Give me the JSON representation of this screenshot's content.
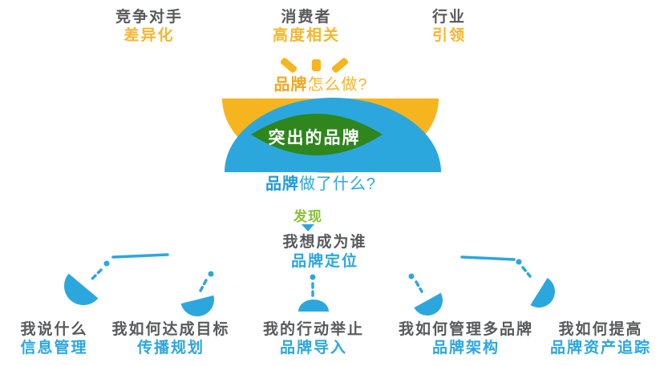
{
  "palette": {
    "yellow": "#F6B41E",
    "yellow_text": "#F7B52C",
    "orange_text": "#F2A71F",
    "blue": "#2BA7DE",
    "blue_dark": "#1E9AD6",
    "green_dark": "#2E861C",
    "green_bright": "#86C232",
    "gray": "#58595B",
    "white": "#FFFFFF"
  },
  "icons": {
    "rays": "shine-rays-icon",
    "arrow_down": "triangle-down-icon",
    "lamp": "spotlight-lamp-icon",
    "eye": "eye-shape"
  },
  "top_row": [
    {
      "title": "竞争对手",
      "subtitle": "差异化"
    },
    {
      "title": "消费者",
      "subtitle": "高度相关"
    },
    {
      "title": "行业",
      "subtitle": "引领"
    }
  ],
  "eye": {
    "question_top_bold": "品牌",
    "question_top_rest": "怎么做?",
    "center_label": "突出的品牌",
    "question_bottom_bold": "品牌",
    "question_bottom_rest": "做了什么?"
  },
  "discover": {
    "label": "发现"
  },
  "positioning": {
    "title": "我想成为谁",
    "subtitle": "品牌定位"
  },
  "bottom_row": [
    {
      "title": "我说什么",
      "subtitle": "信息管理"
    },
    {
      "title": "我如何达成目标",
      "subtitle": "传播规划"
    },
    {
      "title": "我的行动举止",
      "subtitle": "品牌导入"
    },
    {
      "title": "我如何管理多品牌",
      "subtitle": "品牌架构"
    },
    {
      "title": "我如何提高",
      "subtitle": "品牌资产追踪"
    }
  ]
}
